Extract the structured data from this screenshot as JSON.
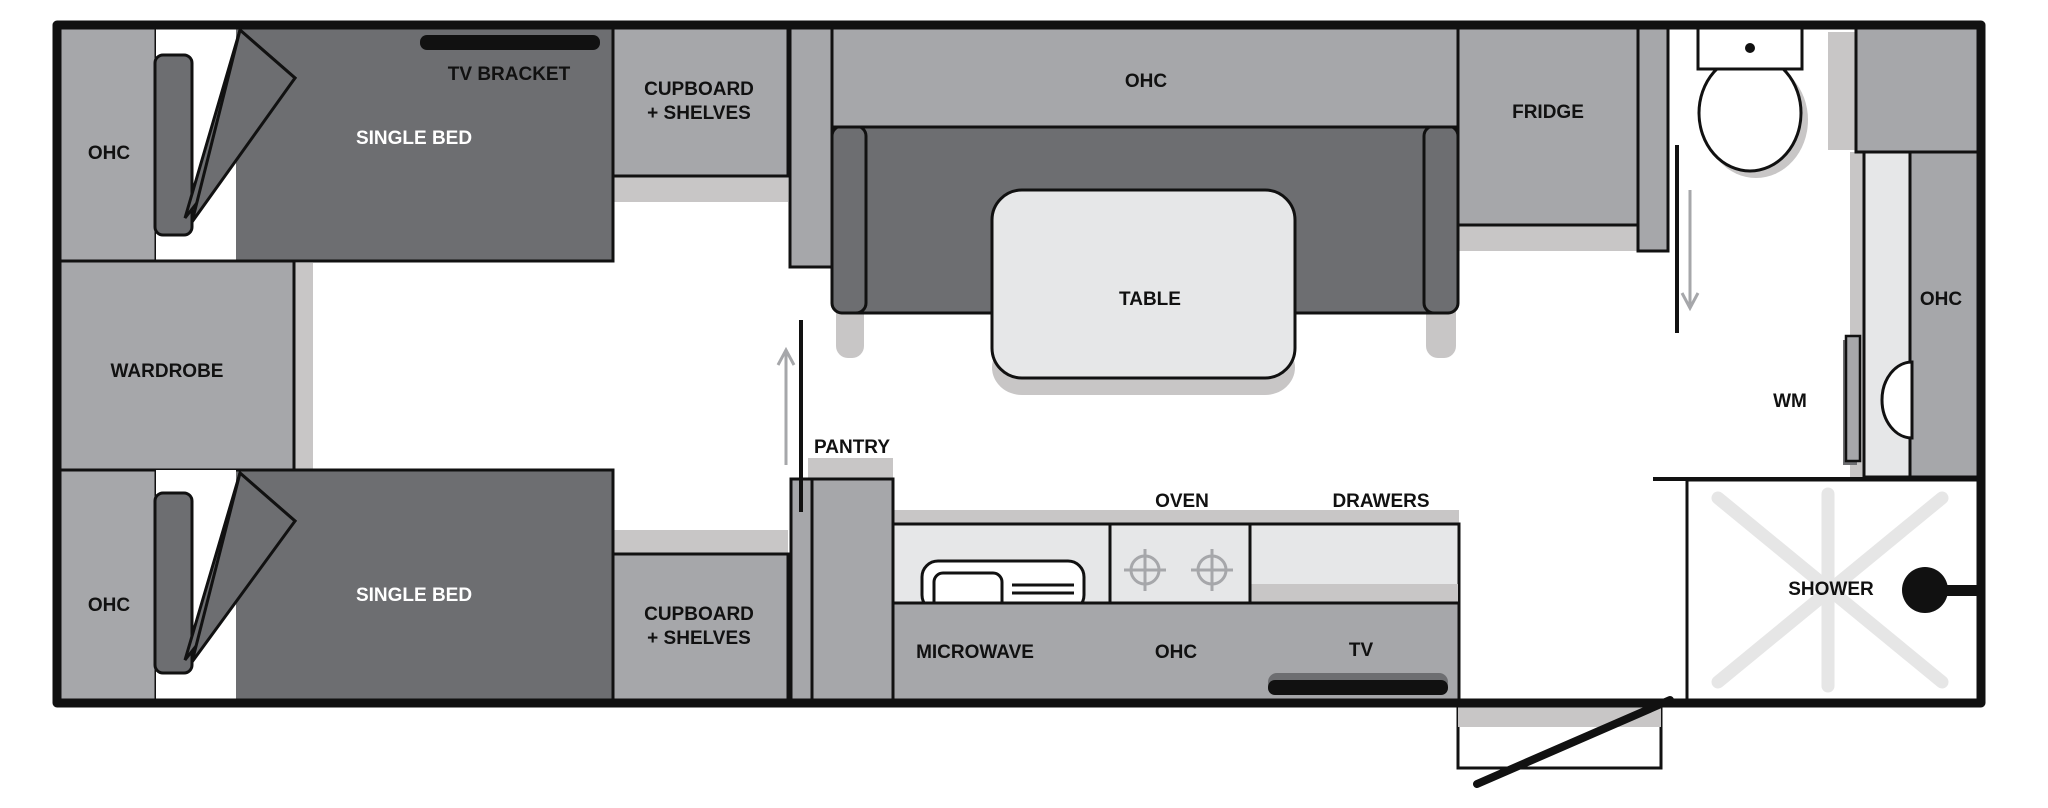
{
  "plan": {
    "labels": {
      "ohc_top_left": "OHC",
      "single_bed_top": "SINGLE BED",
      "tv_bracket": "TV BRACKET",
      "cupboard_top_line1": "CUPBOARD",
      "cupboard_top_line2": "+ SHELVES",
      "ohc_top_center": "OHC",
      "fridge": "FRIDGE",
      "wardrobe": "WARDROBE",
      "table": "TABLE",
      "ohc_right": "OHC",
      "wm": "WM",
      "pantry": "PANTRY",
      "oven": "OVEN",
      "drawers": "DRAWERS",
      "ohc_bottom_left": "OHC",
      "single_bed_bottom": "SINGLE BED",
      "cupboard_bottom_line1": "CUPBOARD",
      "cupboard_bottom_line2": "+ SHELVES",
      "microwave": "MICROWAVE",
      "ohc_bottom_center": "OHC",
      "tv": "TV",
      "shower": "SHOWER"
    },
    "colors": {
      "wall": "#111111",
      "cabinet": "#a6a7aa",
      "bed": "#6d6e71",
      "shadow": "#c8c6c6",
      "bench": "#e6e7e8",
      "tile": "#e6e6e6"
    }
  }
}
